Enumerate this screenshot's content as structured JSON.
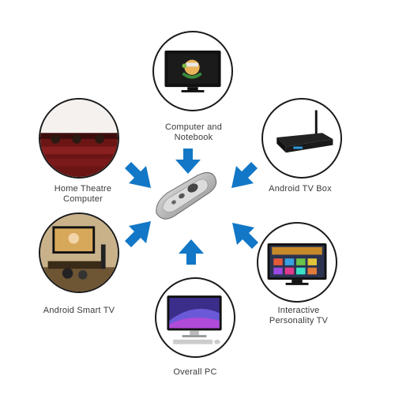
{
  "devices": {
    "computer": {
      "line1": "Computer and",
      "line2": "Notebook"
    },
    "android_box": {
      "line1": "Android TV Box"
    },
    "home_theatre": {
      "line1": "Home Theatre",
      "line2": "Computer"
    },
    "smart_tv": {
      "line1": "Android Smart TV"
    },
    "personality_tv": {
      "line1": "Interactive",
      "line2": "Personality TV"
    },
    "pc": {
      "line1": "Overall PC"
    }
  },
  "colors": {
    "arrow": "#1177c6",
    "outline": "#1a1a1a",
    "label": "#3a3a3a"
  },
  "icons": {
    "center": "air-mouse-remote-icon"
  }
}
